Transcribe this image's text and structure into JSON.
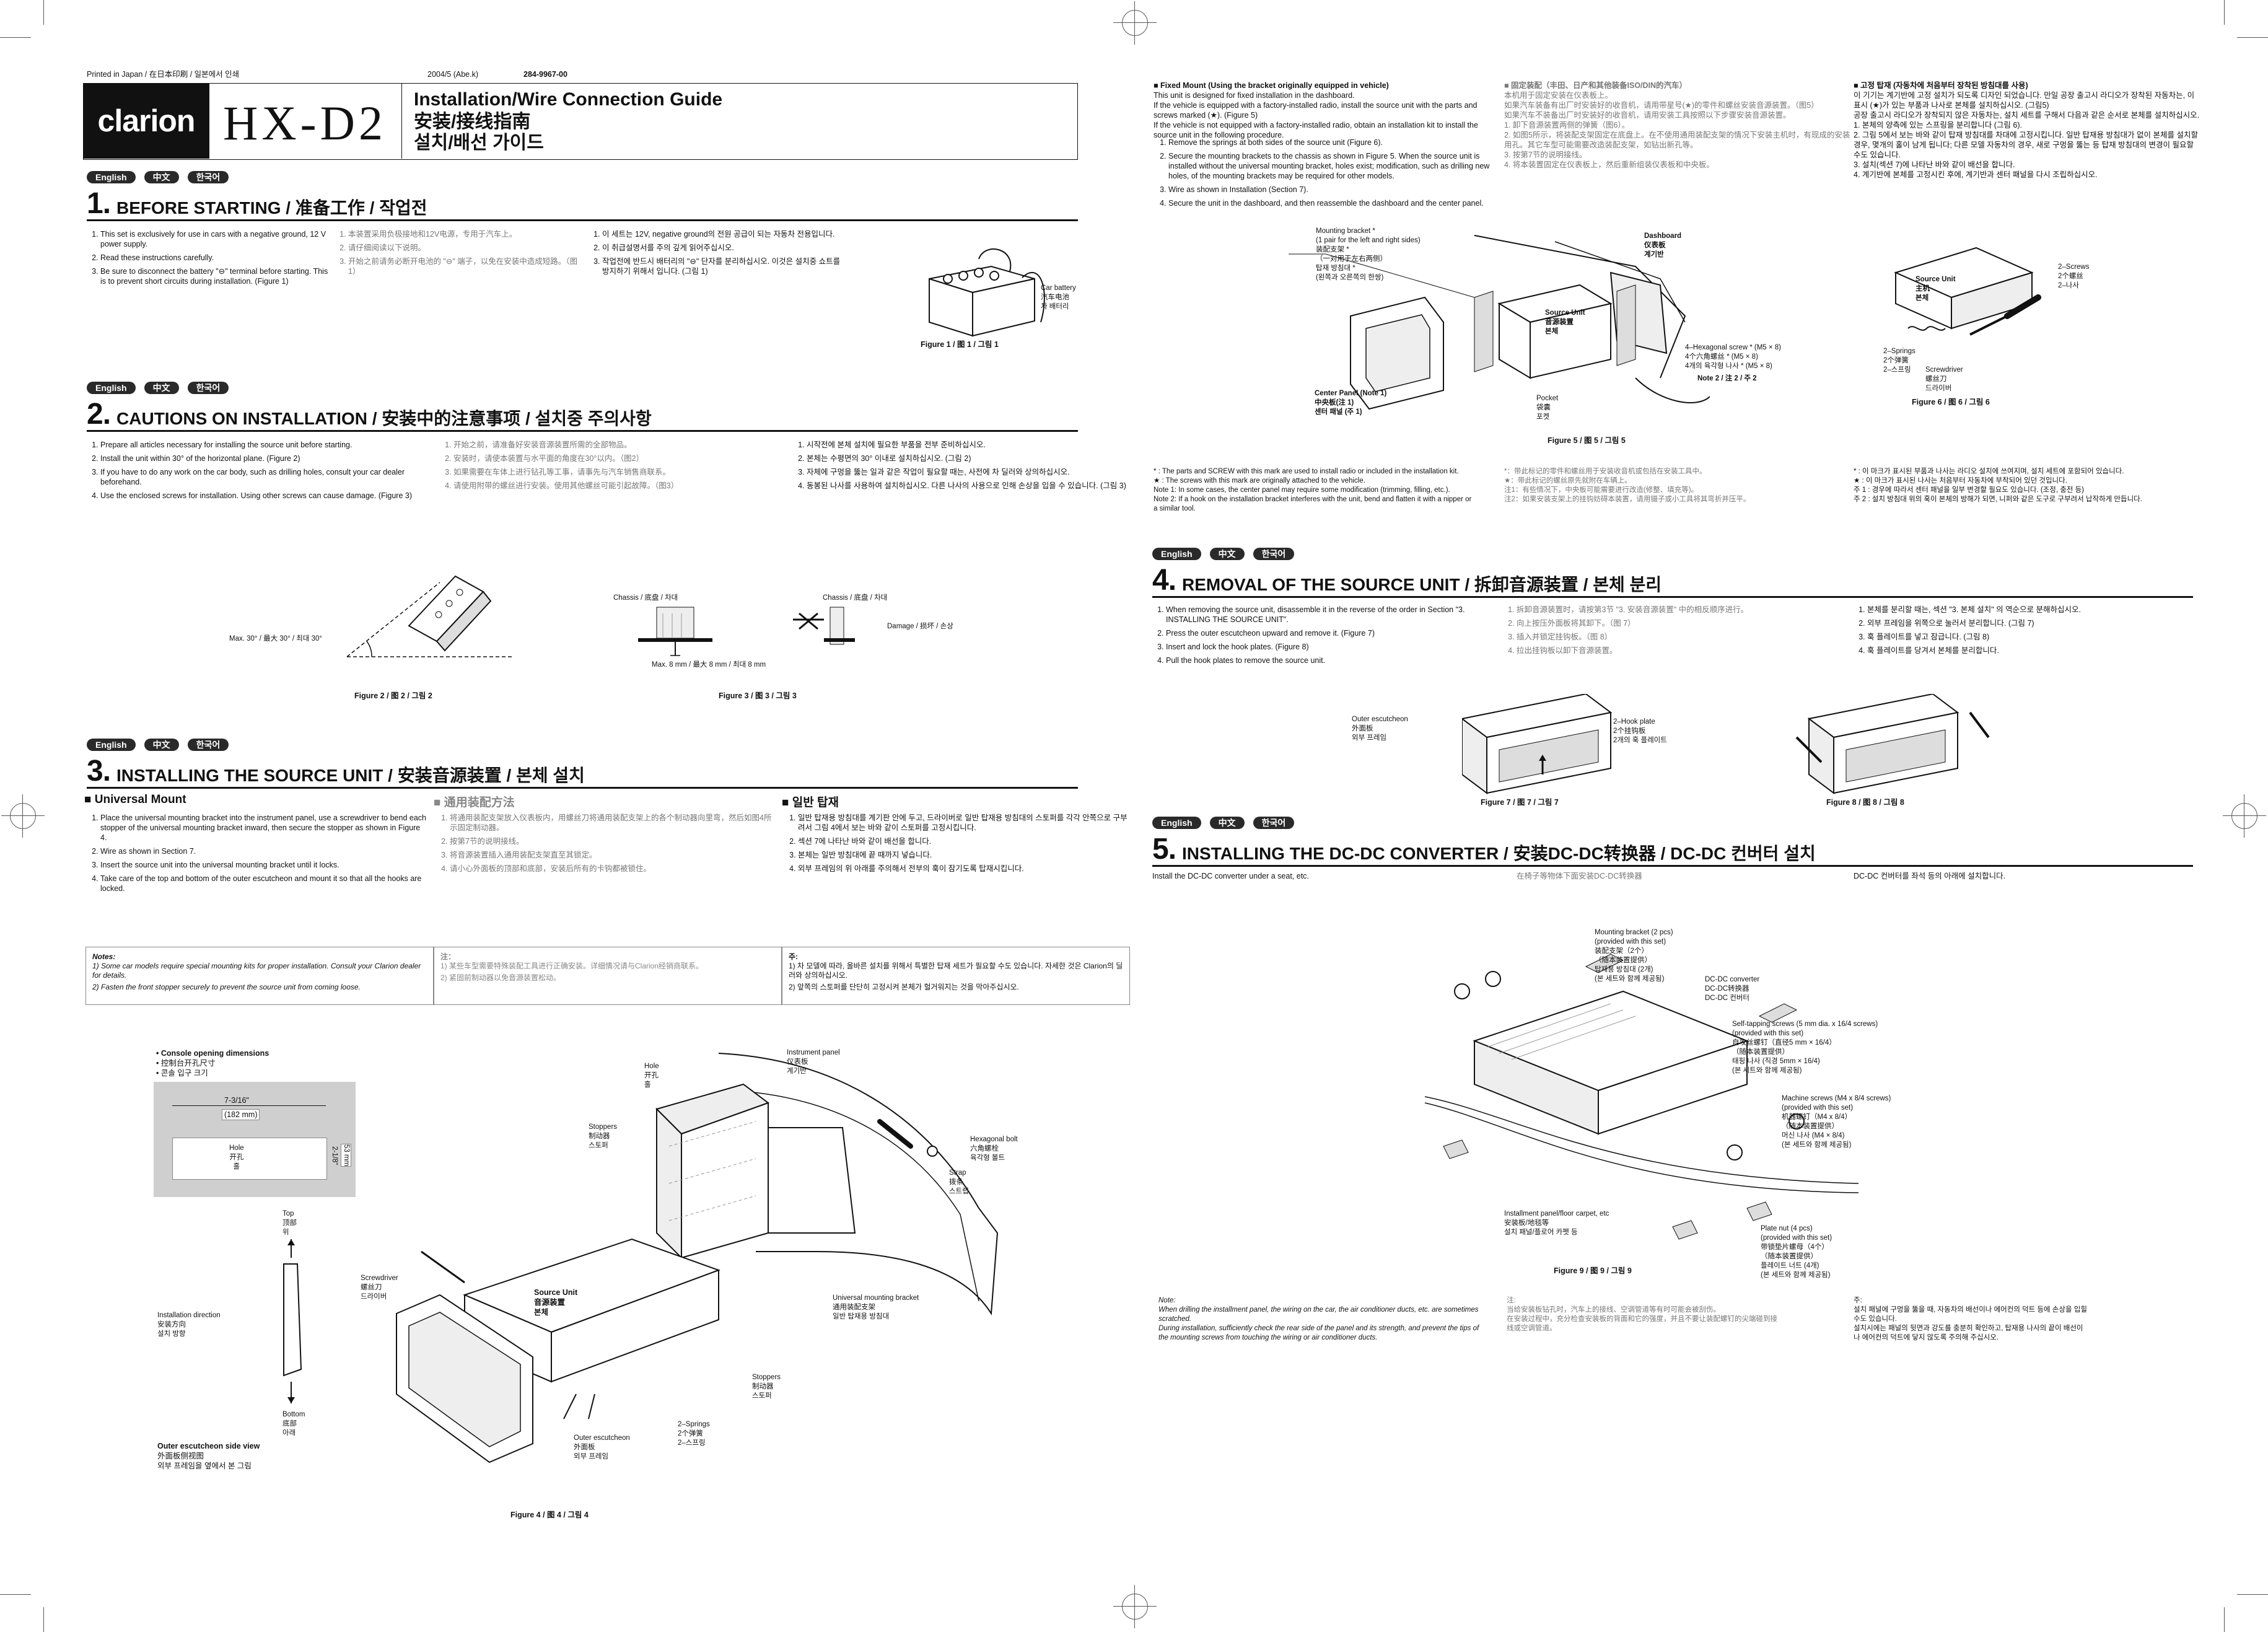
{
  "header": {
    "printed": "Printed in Japan / 在日本印刷 / 일본에서 인쇄",
    "date": "2004/5 (Abe.k)",
    "part_no": "284-9967-00",
    "brand": "clarion",
    "model": "HX-D2",
    "title_en": "Installation/Wire Connection Guide",
    "title_cn": "安装/接线指南",
    "title_kr": "설치/배선 가이드"
  },
  "langs": [
    "English",
    "中文",
    "한국어"
  ],
  "sec1": {
    "num": "1.",
    "title": "BEFORE STARTING / 准备工作 / 작업전",
    "en": [
      "This set is exclusively for use in cars with a negative ground, 12 V power supply.",
      "Read these instructions carefully.",
      "Be sure to disconnect the battery \"⊖\" terminal before starting. This is to prevent short circuits during installation. (Figure 1)"
    ],
    "cn": [
      "本装置采用负极接地和12V电源，专用于汽车上。",
      "请仔细阅读以下说明。",
      "开始之前请务必断开电池的 \"⊖\" 端子，以免在安装中造成短路。（图1）"
    ],
    "kr": [
      "이 세트는 12V, negative ground의 전원 공급이 되는 자동차 전용입니다.",
      "이 취급설명서를 주의 깊게 읽어주십시오.",
      "작업전에 반드시 배터리의 \"⊖\" 단자를 분리하십시오. 이것은 설치중 쇼트를 방지하기 위해서 입니다. (그림 1)"
    ],
    "fig_label": "Car battery\n汽车电池\n차 배터리",
    "fig_cap": "Figure 1 / 图 1 / 그림 1"
  },
  "sec2": {
    "num": "2.",
    "title": "CAUTIONS ON INSTALLATION / 安装中的注意事项 / 설치중 주의사항",
    "en": [
      "Prepare all articles necessary for installing the source unit before starting.",
      "Install the unit within 30° of the horizontal plane. (Figure 2)",
      "If you have to do any work on the car body, such as drilling holes, consult your car dealer beforehand.",
      "Use the enclosed screws for installation. Using other screws can cause damage. (Figure 3)"
    ],
    "cn": [
      "开始之前，请准备好安装音源装置所需的全部物品。",
      "安装时，请使本装置与水平面的角度在30°以内。（图2）",
      "如果需要在车体上进行钻孔等工事，请事先与汽车销售商联系。",
      "请使用附带的螺丝进行安装。使用其他螺丝可能引起故障。（图3）"
    ],
    "kr": [
      "시작전에 본체 설치에 필요한 부품을 전부 준비하십시오.",
      "본체는 수평면의 30° 이내로 설치하십시오. (그림 2)",
      "자체에 구멍을 뚫는 일과 같은 작업이 필요할 때는, 사전에 차 딜러와 상의하십시오.",
      "동봉된 나사를 사용하여 설치하십시오. 다른 나사의 사용으로 인해 손상을 입을 수 있습니다. (그림 3)"
    ],
    "fig2_angle": "Max. 30° / 最大 30° / 최대 30°",
    "fig2_cap": "Figure 2 / 图 2 / 그림 2",
    "fig3_chassis": "Chassis / 底盘 / 차대",
    "fig3_max": "Max. 8 mm / 最大 8 mm / 최대 8 mm",
    "fig3_damage": "Damage / 损坏 / 손상",
    "fig3_cap": "Figure 3 / 图 3 / 그림 3"
  },
  "sec3": {
    "num": "3.",
    "title": "INSTALLING THE SOURCE UNIT / 安装音源装置 / 본체 설치",
    "sub_en": "■ Universal Mount",
    "sub_cn": "■ 通用装配方法",
    "sub_kr": "■ 일반 탑재",
    "en": [
      "Place the universal mounting bracket into the instrument panel, use a screwdriver to bend each stopper of the universal mounting bracket inward, then secure the stopper as shown in Figure 4.",
      "Wire as shown in Section 7.",
      "Insert the source unit into the universal mounting bracket until it locks.",
      "Take care of the top and bottom of the outer escutcheon and mount it so that all the hooks are locked."
    ],
    "cn": [
      "将通用装配支架放入仪表板内，用螺丝刀将通用装配支架上的各个制动器向里弯，然后如图4所示固定制动器。",
      "按第7节的说明接线。",
      "将音源装置插入通用装配支架直至其锁定。",
      "请小心外面板的顶部和底部，安装后所有的卡钩都被锁住。"
    ],
    "kr": [
      "일반 탑재용 방침대를 계기판 안에 두고, 드라이버로 일반 탑재용 방침대의 스토퍼를 각각 안쪽으로 구부려서 그림 4에서 보는 바와 같이 스토퍼를 고정시킵니다.",
      "섹션 7에 나타난 바와 같이 배선을 합니다.",
      "본체는 일반 방침대에 끝 때까지 넣습니다.",
      "외부 프레임의 위 아래를 주의해서 전부의 훅이 잠기도록 탑재시킵니다."
    ],
    "notes_en": [
      "Notes:",
      "1)  Some car models require special mounting kits for proper installation. Consult your Clarion dealer for details.",
      "2)  Fasten the front stopper securely to prevent the source unit from coming loose."
    ],
    "notes_cn": [
      "注：",
      "1)  某些车型需要特殊装配工具进行正确安装。详细情况请与Clarion经销商联系。",
      "2)  紧固前制动器以免音源装置松动。"
    ],
    "notes_kr": [
      "주:",
      "1)  차 모델에 따라, 올바른 설치를 위해서 특별한 탑재 세트가 필요할 수도 있습니다. 자세한 것은 Clarion의 딜러와 상의하십시오.",
      "2)  앞쪽의 스토퍼를 단단히 고정시켜 본체가 헐거워지는 것을 막아주십시오."
    ],
    "console": [
      "• Console opening dimensions",
      "• 控制台开孔尺寸",
      "• 콘솔 입구 크기"
    ],
    "dim_w": "7-3/16\"",
    "dim_w_mm": "(182 mm)",
    "dim_h": "2-1/8\"",
    "dim_h_mm": "53 mm",
    "hole": "Hole\n开孔\n홀",
    "top": "Top\n顶部\n위",
    "bottom": "Bottom\n底部\n아래",
    "install_dir": "Installation direction\n安装方向\n설치 방향",
    "side_view": "Outer escutcheon side view",
    "side_view_cn": "外面板侧视图",
    "side_view_kr": "외부 프레임을 옆에서 본 그림",
    "lbl_hole": "Hole\n开孔\n홀",
    "lbl_panel": "Instrument panel\n仪表板\n계기반",
    "lbl_stoppers": "Stoppers\n制动器\n스토퍼",
    "lbl_hexbolt": "Hexagonal bolt\n六角螺栓\n육각형 볼트",
    "lbl_strap": "Strap\n拨条\n스트랩",
    "lbl_screwdriver": "Screwdriver\n螺丝刀\n드라이버",
    "lbl_source": "Source Unit\n音源装置\n본체",
    "lbl_universal": "Universal mounting bracket\n通用装配支架\n일반 탑재용 방침대",
    "lbl_stoppers2": "Stoppers\n制动器\n스토퍼",
    "lbl_outer": "Outer escutcheon\n外面板\n외부 프레임",
    "lbl_springs": "2–Springs\n2个弹簧\n2–스프링",
    "fig_cap": "Figure 4 / 图 4 / 그림 4"
  },
  "fixed": {
    "head": "■  Fixed Mount (Using the bracket originally equipped in vehicle)",
    "p1": "This unit is designed for fixed installation in the dashboard.",
    "p2": "If the vehicle is equipped with a factory-installed radio, install the source unit with the parts and screws marked (★). (Figure 5)",
    "p3": "If the vehicle is not equipped with a factory-installed radio, obtain an installation kit to install the source unit in the following procedure.",
    "steps": [
      "Remove the springs at both sides of the source unit (Figure 6).",
      "Secure the mounting brackets to the chassis as shown in Figure 5. When the source unit is installed without the universal mounting bracket, holes exist; modification, such as drilling new holes, of the mounting brackets may be required for other models.",
      "Wire as shown in Installation (Section 7).",
      "Secure the unit in the dashboard, and then reassemble the dashboard and the center panel."
    ],
    "head_cn": "■ 固定装配（丰田、日产和其他装备ISO/DIN的汽车）",
    "cn": "本机用于固定安装在仪表板上。\n如果汽车装备有出厂时安装好的收音机，请用带星号(★)的零件和螺丝安装音源装置。（图5）\n如果汽车不装备出厂时安装好的收音机，请用安装工具按照以下步骤安装音源装置。\n1. 卸下音源装置两侧的弹簧（图6）。\n2. 如图5所示，将装配支架固定在底盘上。在不使用通用装配支架的情况下安装主机时，有现成的安装用孔。其它车型可能需要改造装配支架，如钻出新孔等。\n3. 按第7节的说明接线。\n4. 将本装置固定在仪表板上，然后重新组装仪表板和中央板。",
    "head_kr": "■ 고정 탑재 (자동차에 처음부터 장착된 방침대를 사용)",
    "kr": "이 기기는 계기반에 고정 설치가 되도록 디자인 되었습니다. 만일 공장 출고시 라디오가 장착된 자동차는, 이 표시 (★)가 있는 부품과 나사로 본체를 설치하십시오. (그림5)\n공장 출고시 라디오가 장착되지 않은 자동차는, 설치 세트를 구해서 다음과 같은 순서로 본체를 설치하십시오.\n1. 본체의 양측에 있는 스프링을 분리합니다 (그림 6).\n2. 그림 5에서 보는 바와 같이 탑재 방침대를 차대에 고정시킵니다. 일반 탑재용 방침대가 없이 본체를 설치할 경우, 몇개의 홀이 남게 됩니다; 다른 모델 자동차의 경우, 새로 구멍을 뚫는 등 탑재 방침대의 변경이 필요할 수도 있습니다.\n3. 설치(섹션 7)에 나타난 바와 같이 배선을 합니다.\n4. 계기반에 본체를 고정시킨 후에, 계기반과 센터 패널을 다시 조립하십시오.",
    "fig5_bracket": "Mounting bracket *\n(1 pair for the left and right sides)\n装配支架 *\n（一对用于左右两侧）\n탑재 방침대 *\n(왼쪽과 오른쪽의 한쌍)",
    "fig5_dash": "Dashboard\n仪表板\n계기반",
    "fig5_source": "Source Unit\n音源装置\n본체",
    "fig5_hex": "4–Hexagonal screw * (M5 × 8)\n4个六角螺丝 * (M5 × 8)\n4개의 육각형 나사 * (M5 × 8)",
    "fig5_note2": "Note 2 / 注 2 / 주 2",
    "fig5_center": "Center Panel (Note 1)\n中央板(注 1)\n센터 패널 (주 1)",
    "fig5_pocket": "Pocket\n袋囊\n포켓",
    "fig5_cap": "Figure 5 / 图 5 / 그림 5",
    "fig6_source": "Source Unit\n主机\n본체",
    "fig6_screws": "2–Screws\n2个螺丝\n2–나사",
    "fig6_springs": "2–Springs\n2个弹簧\n2–스프링",
    "fig6_driver": "Screwdriver\n螺丝刀\n드라이버",
    "fig6_cap": "Figure 6 / 图 6 / 그림 6",
    "notes_en": "* : The parts and SCREW with this mark are used to install radio or included in the installation kit.\n★ : The screws with this mark are originally attached to the vehicle.\nNote 1: In some cases, the center panel may require some modification (trimming, filling, etc.).\nNote 2: If a hook on the installation bracket interferes with the unit, bend and flatten it with a nipper or a similar tool.",
    "notes_cn": "*：带此标记的零件和螺丝用于安装收音机或包括在安装工具中。\n★：带此标记的螺丝原先就附在车辆上。\n注1：有些情况下，中央板可能需要进行改造(修整、填充等)。\n注2：如果安装支架上的挂钩妨碍本装置，请用镊子或小工具将其弯折并压平。",
    "notes_kr": "* : 이 마크가 표시된 부품과 나사는 라디오 설치에 쓰여지며, 설치 세트에 포함되어 있습니다.\n★ : 이 마크가 표시된 나사는 처음부터 자동차에 부착되어 있던 것입니다.\n주 1 : 경우에 따라서 센터 패널을 일부 변경할 필요도 있습니다. (조정, 충전 등)\n주 2 : 설치 방침대 위의 훅이 본체의 방해가 되면, 니퍼와 같은 도구로 구부려서 납작하게 만듭니다."
  },
  "sec4": {
    "num": "4.",
    "title": "REMOVAL OF THE SOURCE UNIT / 拆卸音源装置 / 본체 분리",
    "en": [
      "When removing the source unit, disassemble it in the reverse of the order in Section \"3. INSTALLING THE SOURCE UNIT\".",
      "Press the outer escutcheon upward and remove it. (Figure 7)",
      "Insert and lock the hook plates. (Figure 8)",
      "Pull the hook plates to remove the source unit."
    ],
    "cn": [
      "拆卸音源装置时，请按第3节 \"3. 安装音源装置\" 中的相反顺序进行。",
      "向上按压外面板将其卸下。（图 7）",
      "插入并锁定挂钩板。（图 8）",
      "拉出挂钩板以卸下音源装置。"
    ],
    "kr": [
      "본체를 분리할 때는, 섹션 \"3. 본체 설치\" 의 역순으로 분해하십시오.",
      "외부 프레임을 위쪽으로 눌러서 분리합니다. (그림 7)",
      "훅 플레이트를 넣고 잠급니다. (그림 8)",
      "훅 플레이트를 당겨서 본체를 분리합니다."
    ],
    "fig7_label": "Outer escutcheon\n外面板\n외부 프레임",
    "fig8_label": "2–Hook plate\n2个挂钩板\n2개의 훅 플레이트",
    "fig7_cap": "Figure 7 / 图 7 / 그림 7",
    "fig8_cap": "Figure 8 / 图 8 / 그림 8"
  },
  "sec5": {
    "num": "5.",
    "title": "INSTALLING THE DC-DC CONVERTER / 安装DC-DC转换器 / DC-DC 컨버터 설치",
    "en": "Install the DC-DC converter under a seat, etc.",
    "cn": "在椅子等物体下面安装DC-DC转换器",
    "kr": "DC-DC 컨버터를 좌석 등의 아래에 설치합니다.",
    "lbl_bracket": "Mounting bracket (2 pcs)\n(provided with this set)\n装配支架（2个）\n（随本装置提供）\n탑재용 방침대 (2개)\n(본 세트와 함께 제공됨)",
    "lbl_conv": "DC-DC converter\nDC-DC转换器\nDC-DC 컨버터",
    "lbl_tapping": "Self-tapping screws (5 mm dia. x 16/4 screws)\n(provided with this set)\n自攻丝螺钉（直径5 mm × 16/4）\n（随本装置提供）\n태핑 나사 (직경 5mm × 16/4)\n(본 세트와 함께 제공됨)",
    "lbl_machine": "Machine screws (M4 x 8/4 screws)\n(provided with this set)\n机器螺钉（M4 x 8/4）\n（随本装置提供）\n머신 나사 (M4 × 8/4)\n(본 세트와 함께 제공됨)",
    "lbl_floor": "Installment panel/floor carpet, etc\n安装板/地毯等\n설치 패널/플로어 카펫 등",
    "lbl_plate": "Plate nut (4 pcs)\n(provided with this set)\n带锁垫片螺母（4个）\n（随本装置提供）\n플레이트 너트 (4개)\n(본 세트와 함께 제공됨)",
    "fig_cap": "Figure 9 / 图 9 / 그림 9",
    "note_en": "Note:\nWhen drilling the installment panel, the wiring on the car, the air conditioner ducts, etc. are sometimes scratched.\nDuring installation, sufficiently check the rear side of the panel and its strength, and prevent the tips of the mounting screws from touching the wiring or air conditioner ducts.",
    "note_cn": "注:\n当给安装板钻孔时，汽车上的接线、空调管道等有时可能会被刮伤。\n在安装过程中，充分检查安装板的背面和它的强度，并且不要让装配螺钉的尖端碰到接线或空调管道。",
    "note_kr": "주:\n설치 패널에 구멍을 뚫을 때, 자동차의 배선이나 에어컨의 덕트 등에 손상을 입힐 수도 있습니다.\n설치시에는 패널의 뒷면과 강도를 충분히 확인하고, 탑재용 나사의 끝이 배선이나 에어컨의 덕트에 닿지 않도록 주의해 주십시오."
  }
}
